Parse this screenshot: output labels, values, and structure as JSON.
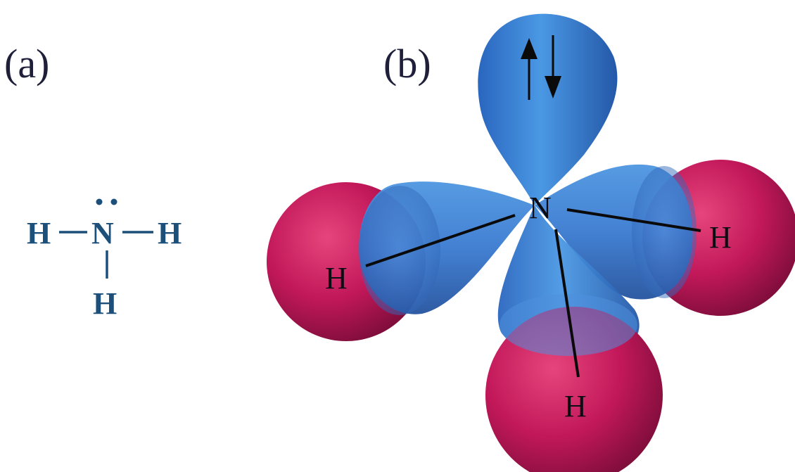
{
  "panel_a": {
    "label": "(a)",
    "lewis": {
      "left": "H",
      "center": "N",
      "right": "H",
      "bottom": "H"
    }
  },
  "panel_b": {
    "label": "(b)",
    "center": "N",
    "h_left": "H",
    "h_right": "H",
    "h_bottom": "H"
  },
  "colors": {
    "lewis": "#1c4f7a",
    "orbital": "#3f86d8",
    "hydrogen": "#c21a5c",
    "bond": "#0a0a0a"
  }
}
